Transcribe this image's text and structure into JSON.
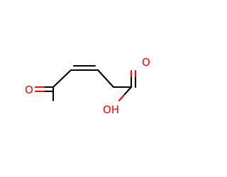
{
  "molecule": {
    "atoms": {
      "ketone_oxygen": "O",
      "carbonyl_oxygen": "O",
      "hydroxyl": "OH"
    },
    "colors": {
      "bond": "#000000",
      "heteroatom": "#ff0000",
      "background": "#ffffff"
    }
  }
}
